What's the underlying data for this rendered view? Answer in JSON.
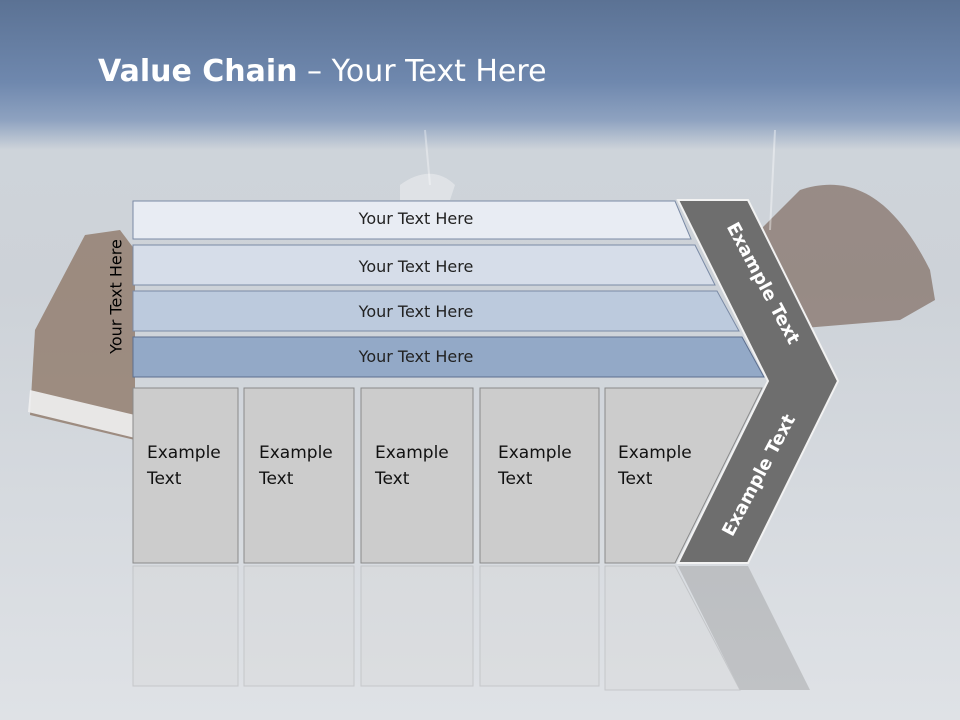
{
  "slide": {
    "title_bold": "Value Chain",
    "title_rest": " – Your Text Here",
    "side_label": "Your Text Here"
  },
  "support_rows": [
    {
      "label": "Your Text Here",
      "color": "#e8ecf3"
    },
    {
      "label": "Your Text Here",
      "color": "#d6dde9"
    },
    {
      "label": "Your Text Here",
      "color": "#bccadd"
    },
    {
      "label": "Your Text Here",
      "color": "#93a9c7"
    }
  ],
  "primary_blocks": [
    {
      "line1": "Example",
      "line2": "Text"
    },
    {
      "line1": "Example",
      "line2": "Text"
    },
    {
      "line1": "Example",
      "line2": "Text"
    },
    {
      "line1": "Example",
      "line2": "Text"
    },
    {
      "line1": "Example",
      "line2": "Text"
    }
  ],
  "margin_arrow": {
    "upper_label": "Example Text",
    "lower_label": "Example Text",
    "color": "#6e6e6e"
  },
  "background_image": {
    "subject": "sneakers-photo"
  }
}
